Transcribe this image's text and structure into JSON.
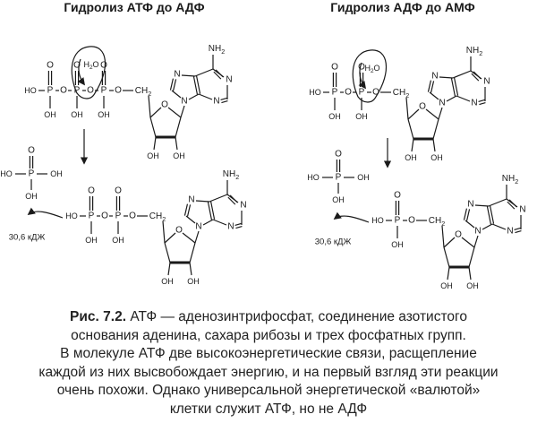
{
  "titles": {
    "left": "Гидролиз АТФ до АДФ",
    "right": "Гидролиз АДФ до АМФ"
  },
  "labels": {
    "water": "H2O",
    "energy": "30,6 кДЖ",
    "NH2": "NH2",
    "OH": "OH",
    "HO": "HO",
    "O": "O",
    "P": "P",
    "N": "N",
    "CH2": "CH2"
  },
  "caption": {
    "fig_label": "Рис. 7.2.",
    "lines": [
      " АТФ — аденозинтрифосфат, соединение азотистого",
      "основания аденина, сахара рибозы и трех фосфатных групп.",
      "В молекуле АТФ две высокоэнергетические связи, расщепление",
      "каждой из них высвобождает энергию, и на первый взгляд эти реакции",
      "очень похожи. Однако универсальной энергетической «валютой»",
      "клетки служит АТФ, но не АДФ"
    ]
  }
}
